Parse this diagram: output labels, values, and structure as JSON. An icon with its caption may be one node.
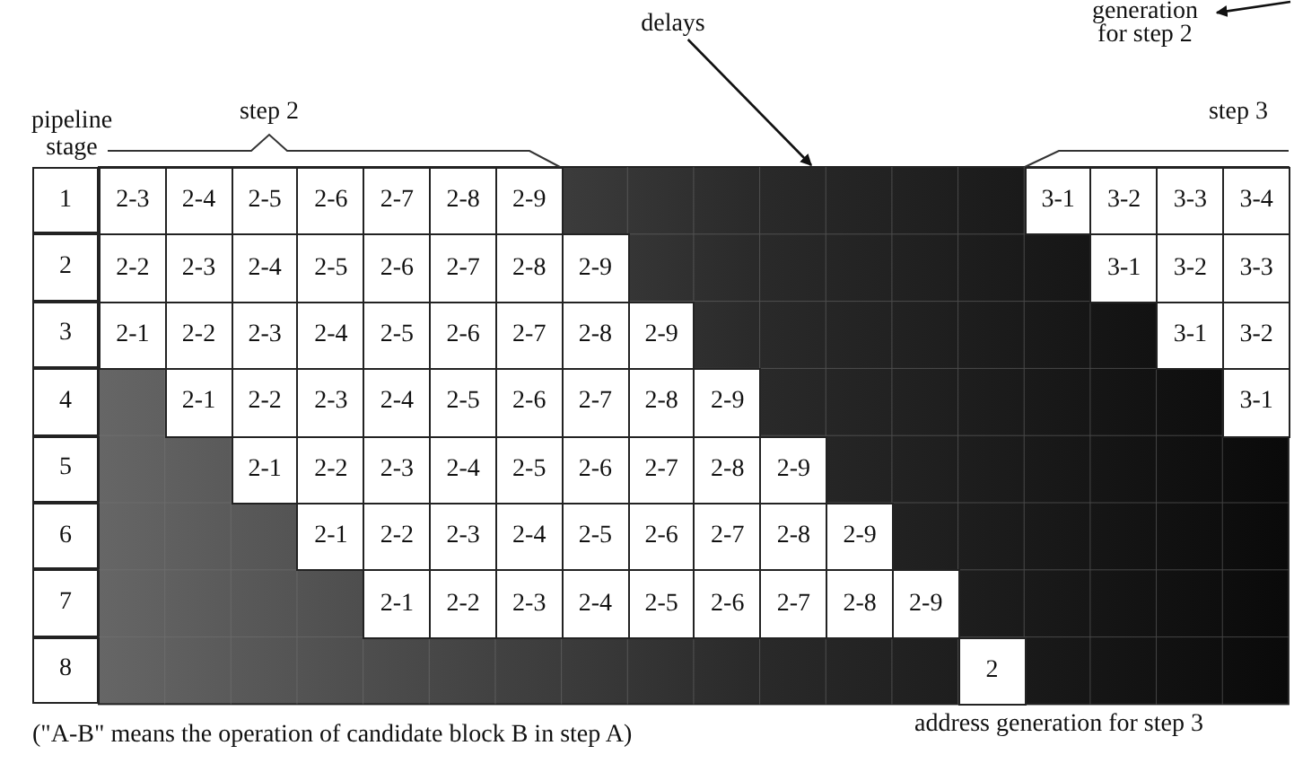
{
  "diagram": {
    "nodes": [
      {
        "text": [
          "generation for step 2"
        ]
      },
      {
        "text": [
          "delays"
        ]
      }
    ],
    "edges": [
      {
        "from": null,
        "to": 0,
        "arrow": "to"
      },
      {
        "from": 1,
        "to": null,
        "arrow": "to"
      }
    ],
    "labels": [
      "pipeline stage",
      "step 2",
      "step 3",
      "1",
      "2-3",
      "2-4",
      "2-5",
      "2-6",
      "2-7",
      "2-8",
      "2-9",
      "3-1",
      "3-2",
      "3-3",
      "3-4",
      "2",
      "2-2",
      "2-3",
      "2-4",
      "2-5",
      "2-6",
      "2-7",
      "2-8",
      "2-9",
      "3-1",
      "3-2",
      "3-3",
      "3",
      "2-1",
      "2-2",
      "2-3",
      "2-4",
      "2-5",
      "2-6",
      "2-7",
      "2-8",
      "2-9",
      "3-1",
      "3-2",
      "4",
      "2-1",
      "2-2",
      "2-3",
      "2-4",
      "2-5",
      "2-6",
      "2-7",
      "2-8",
      "2-9",
      "3-1",
      "5",
      "2-1",
      "2-2",
      "2-3",
      "2-4",
      "2-5",
      "2-6",
      "2-7",
      "2-8",
      "2-9",
      "6",
      "2-1",
      "2-2",
      "2-3",
      "2-4",
      "2-5",
      "2-6",
      "2-7",
      "2-8",
      "2-9",
      "7",
      "2-1",
      "2-2",
      "2-3",
      "2-4",
      "2-5",
      "2-6",
      "2-7",
      "2-8",
      "2-9",
      "8",
      "2",
      "(\"A-B\" means the operation of candidate block B in step A)",
      "address generation for step 3"
    ]
  }
}
